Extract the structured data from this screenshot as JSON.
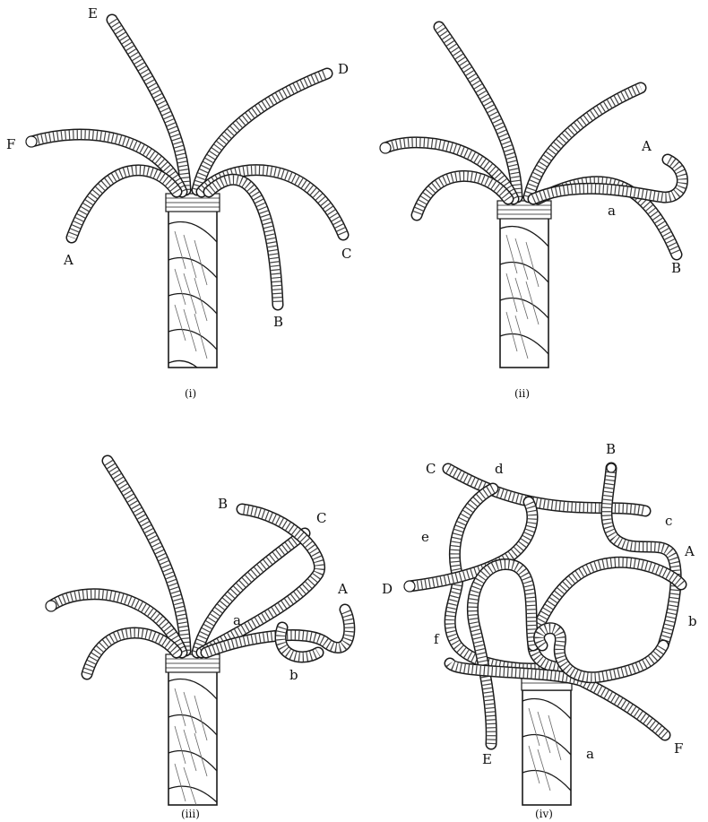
{
  "panels": [
    {
      "caption": "(i)",
      "labels": [
        "E",
        "D",
        "F",
        "A",
        "C",
        "B"
      ]
    },
    {
      "caption": "(ii)",
      "labels": [
        "A",
        "a",
        "B"
      ]
    },
    {
      "caption": "(iii)",
      "labels": [
        "B",
        "C",
        "A",
        "a",
        "b"
      ]
    },
    {
      "caption": "(iv)",
      "labels": [
        "C",
        "d",
        "B",
        "c",
        "e",
        "A",
        "D",
        "b",
        "f",
        "E",
        "a",
        "F"
      ]
    }
  ]
}
